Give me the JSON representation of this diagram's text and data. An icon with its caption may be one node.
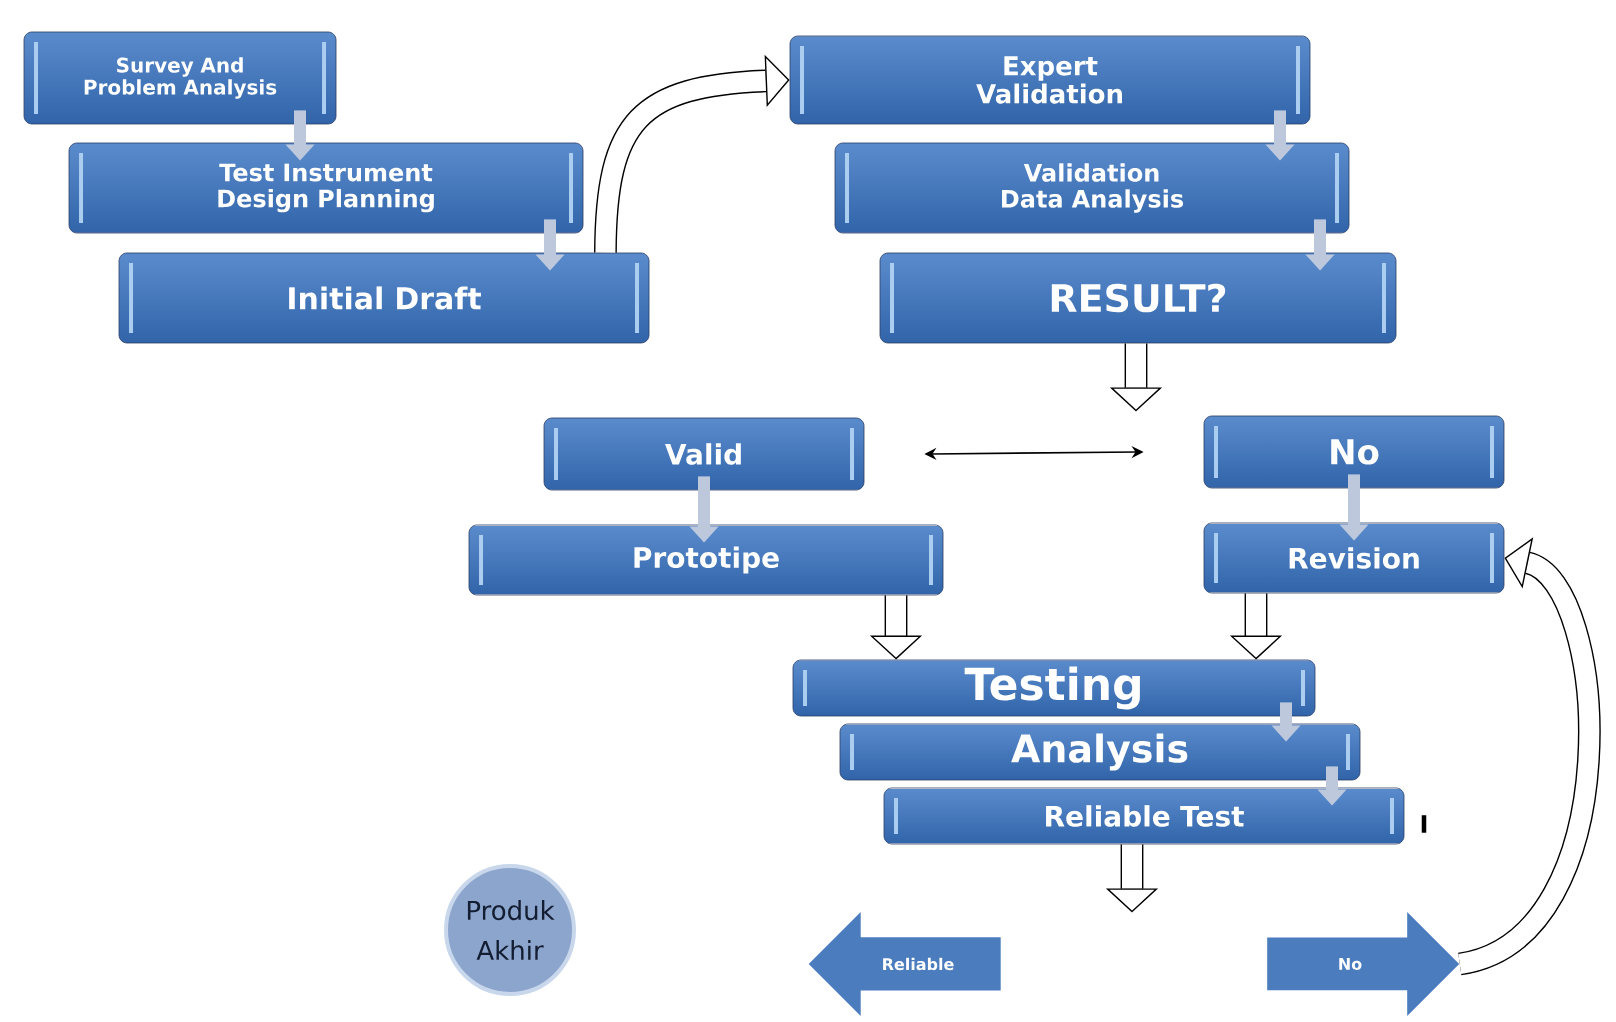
{
  "diagram": {
    "nodes": [
      {
        "text": [
          "Survey And Problem Analysis"
        ]
      },
      {
        "text": [
          "Test Instrument Design Planning"
        ]
      },
      {
        "text": [
          "Initial Draft"
        ]
      },
      {
        "text": [
          "Expert Validation"
        ]
      },
      {
        "text": [
          "Validation Data Analysis"
        ]
      },
      {
        "text": [
          "RESULT?"
        ]
      },
      {
        "text": [
          "Valid"
        ]
      },
      {
        "text": [
          "No"
        ]
      },
      {
        "text": [
          "Prototipe"
        ]
      },
      {
        "text": [
          "Revision"
        ]
      },
      {
        "text": [
          "Testing"
        ]
      },
      {
        "text": [
          "Analysis"
        ]
      },
      {
        "text": [
          "Reliable Test"
        ]
      },
      {
        "text": [
          "Produk Akhir"
        ]
      },
      {
        "text": [
          "Reliable"
        ]
      },
      {
        "text": [
          "No"
        ]
      }
    ],
    "edges": [
      {
        "from": 0,
        "to": 1,
        "arrow": "to"
      },
      {
        "from": 1,
        "to": 2,
        "arrow": "to"
      },
      {
        "from": 2,
        "to": 3,
        "arrow": "to",
        "style": "thick",
        "color": "#000000"
      },
      {
        "from": 3,
        "to": 4,
        "arrow": "to"
      },
      {
        "from": 4,
        "to": 5,
        "arrow": "to"
      },
      {
        "from": 5,
        "to": null,
        "arrow": "to",
        "style": "thick",
        "color": "#000000"
      },
      {
        "from": 6,
        "to": 7,
        "arrow": "both",
        "color": "#000000"
      },
      {
        "from": 6,
        "to": 8,
        "arrow": "to"
      },
      {
        "from": 7,
        "to": 9,
        "arrow": "to"
      },
      {
        "from": 8,
        "to": 10,
        "arrow": "to",
        "style": "thick",
        "color": "#000000"
      },
      {
        "from": 9,
        "to": 10,
        "arrow": "to",
        "style": "thick",
        "color": "#000000"
      },
      {
        "from": 10,
        "to": 11,
        "arrow": "to"
      },
      {
        "from": 11,
        "to": 12,
        "arrow": "to"
      },
      {
        "from": 12,
        "to": null,
        "arrow": "to",
        "style": "thick",
        "color": "#000000"
      },
      {
        "from": 15,
        "to": 9,
        "arrow": "to",
        "style": "thick",
        "color": "#000000"
      }
    ],
    "labels": [
      "I"
    ]
  }
}
